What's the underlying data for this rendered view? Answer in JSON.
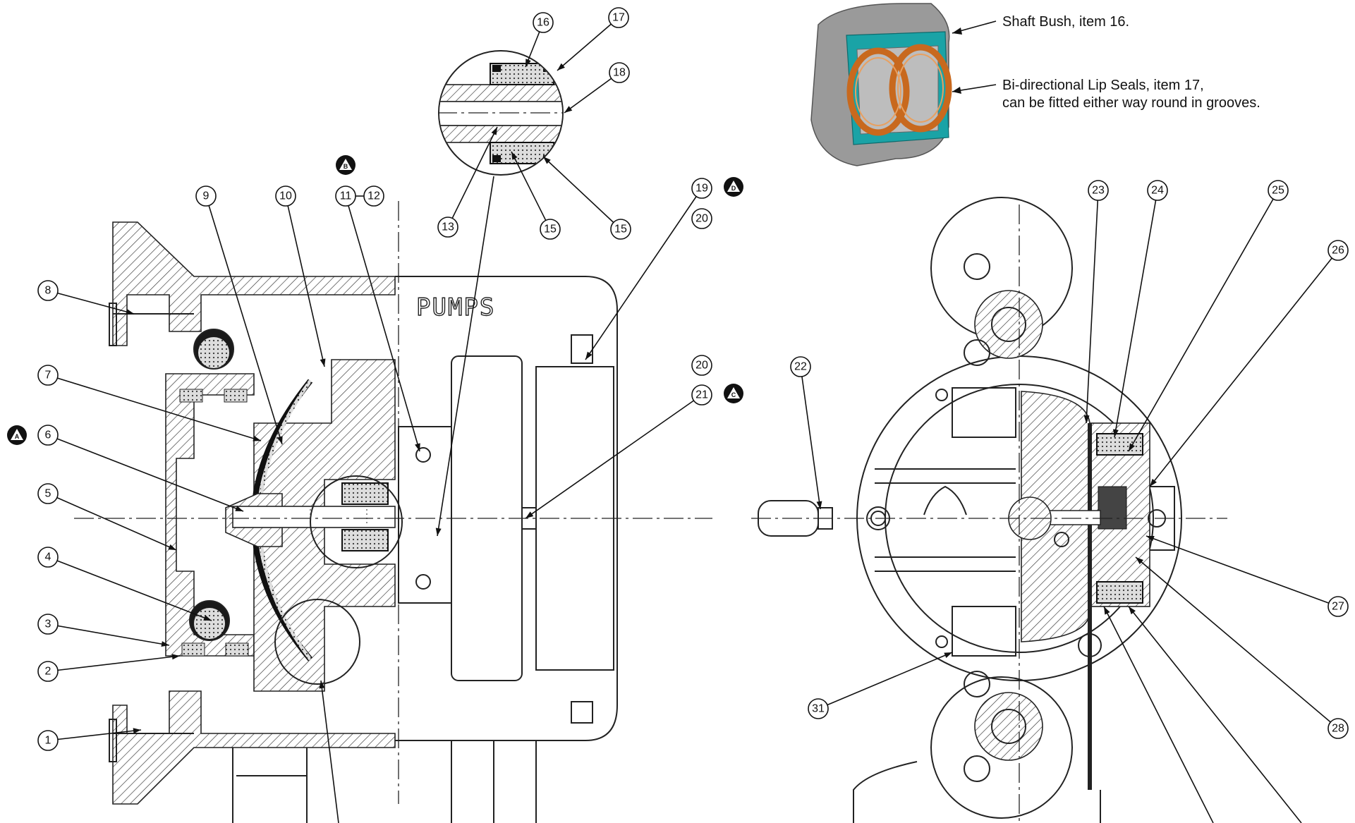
{
  "casting_text": "PUMPS",
  "bubbles": [
    {
      "id": "b1",
      "text": "1"
    },
    {
      "id": "b2",
      "text": "2"
    },
    {
      "id": "b3",
      "text": "3"
    },
    {
      "id": "b4",
      "text": "4"
    },
    {
      "id": "b5",
      "text": "5"
    },
    {
      "id": "b6",
      "text": "6"
    },
    {
      "id": "b7",
      "text": "7"
    },
    {
      "id": "b8",
      "text": "8"
    },
    {
      "id": "b9",
      "text": "9"
    },
    {
      "id": "b10",
      "text": "10"
    },
    {
      "id": "b11",
      "text": "11"
    },
    {
      "id": "b12",
      "text": "12"
    },
    {
      "id": "b13",
      "text": "13"
    },
    {
      "id": "b15a",
      "text": "15"
    },
    {
      "id": "b15b",
      "text": "15"
    },
    {
      "id": "b16",
      "text": "16"
    },
    {
      "id": "b17",
      "text": "17"
    },
    {
      "id": "b18",
      "text": "18"
    },
    {
      "id": "b19",
      "text": "19"
    },
    {
      "id": "b20a",
      "text": "20"
    },
    {
      "id": "b20b",
      "text": "20"
    },
    {
      "id": "b21",
      "text": "21"
    },
    {
      "id": "b22",
      "text": "22"
    },
    {
      "id": "b23",
      "text": "23"
    },
    {
      "id": "b24",
      "text": "24"
    },
    {
      "id": "b25",
      "text": "25"
    },
    {
      "id": "b26",
      "text": "26"
    },
    {
      "id": "b27",
      "text": "27"
    },
    {
      "id": "b28",
      "text": "28"
    },
    {
      "id": "b31",
      "text": "31"
    }
  ],
  "markers": [
    {
      "id": "mA",
      "text": "A"
    },
    {
      "id": "mB",
      "text": "B"
    },
    {
      "id": "mC",
      "text": "C"
    },
    {
      "id": "mD",
      "text": "D"
    }
  ],
  "notes": {
    "shaft_bush": "Shaft Bush, item 16.",
    "lip_seals_line1": "Bi-directional Lip Seals, item 17,",
    "lip_seals_line2": "can be fitted either way round in grooves."
  },
  "colors": {
    "bush_teal": "#1aa3a6",
    "seal_copper": "#c8691e",
    "bush_grey": "#8a8a8a",
    "line": "#222222"
  }
}
